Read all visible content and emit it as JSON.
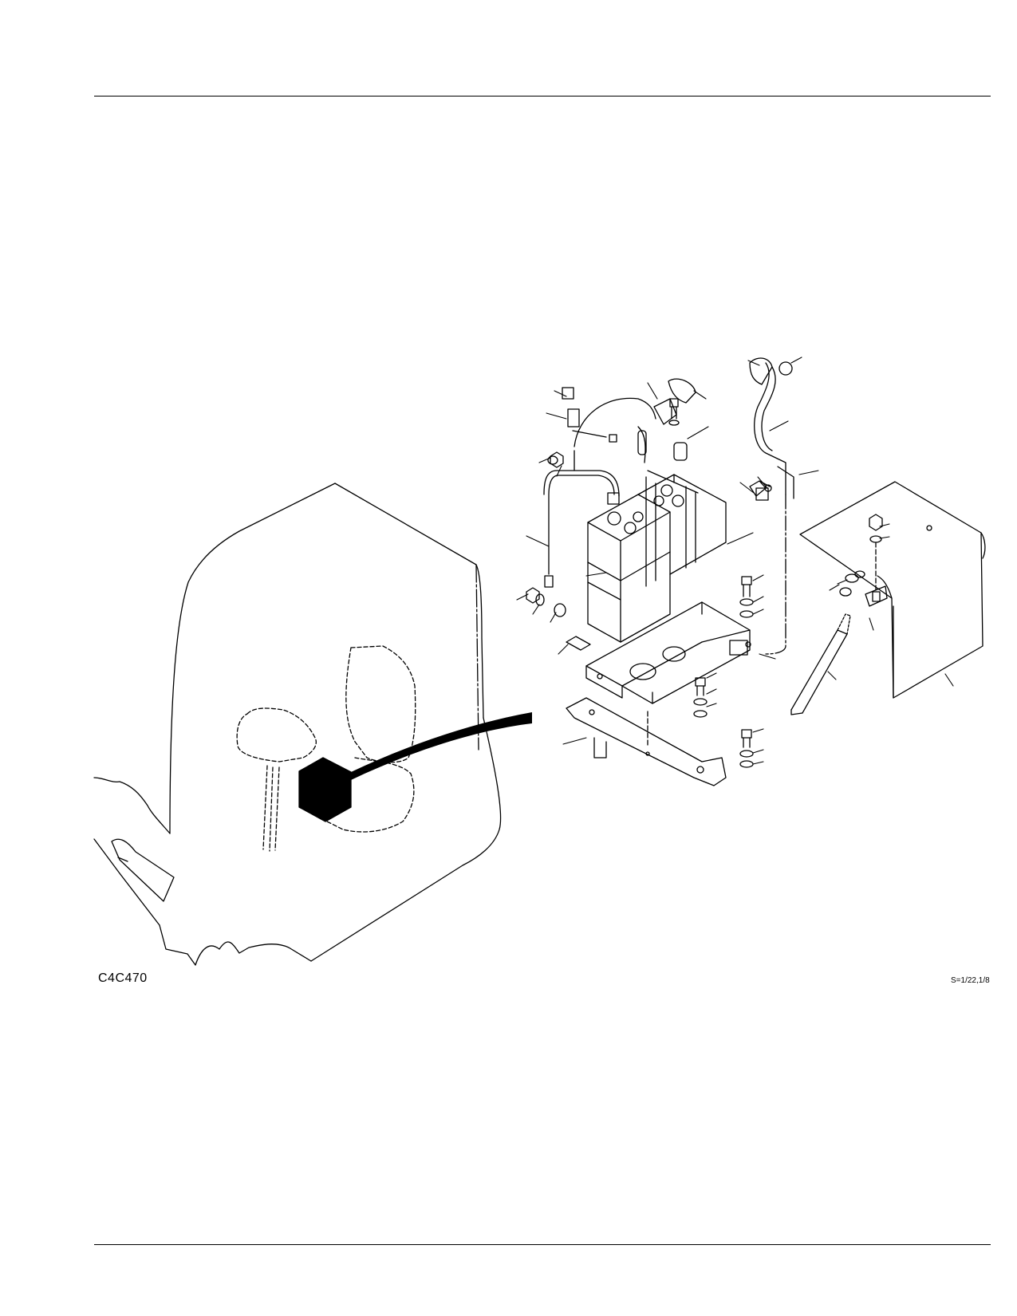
{
  "figure": {
    "code": "C4C470",
    "scale": "S=1/22,1/8"
  },
  "components": {
    "icons": [
      "forklift-outline",
      "battery",
      "battery-cables",
      "battery-tray",
      "mounting-bracket",
      "battery-cover",
      "support-rod",
      "bolts-nuts-washers"
    ]
  },
  "colors": {
    "ink": "#000000",
    "paper": "#ffffff"
  }
}
